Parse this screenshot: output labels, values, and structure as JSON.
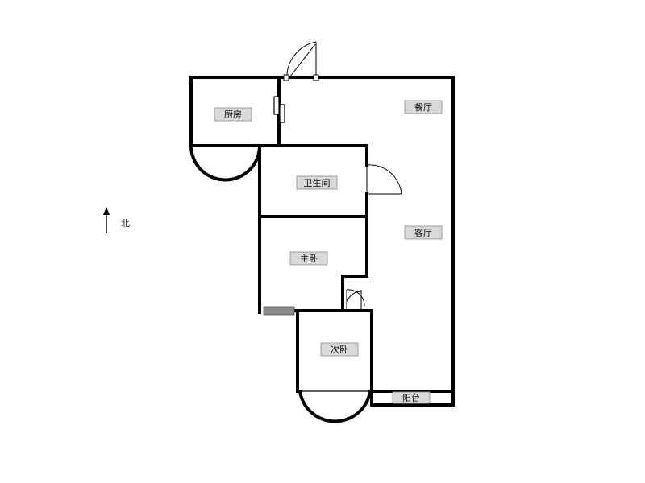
{
  "rooms": {
    "kitchen": "厨房",
    "dining": "餐厅",
    "bathroom": "卫生间",
    "living": "客厅",
    "master_bedroom": "主卧",
    "second_bedroom": "次卧",
    "balcony": "阳台"
  },
  "compass": {
    "label": "北"
  },
  "colors": {
    "wall": "#000000",
    "label_bg": "#d9d9d9",
    "window": "#8a8a8a"
  }
}
